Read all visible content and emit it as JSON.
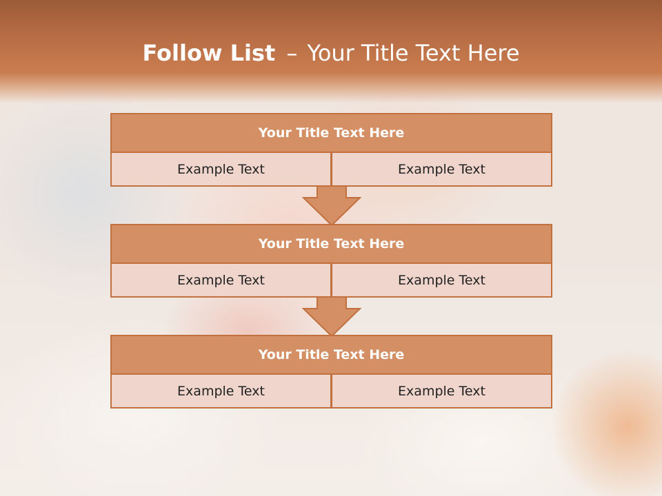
{
  "slide": {
    "title_bold": "Follow List",
    "title_dash": "–",
    "title_rest": "Your Title Text Here"
  },
  "steps": [
    {
      "title": "Your Title Text Here",
      "left": "Example Text",
      "right": "Example Text"
    },
    {
      "title": "Your Title Text Here",
      "left": "Example Text",
      "right": "Example Text"
    },
    {
      "title": "Your Title Text Here",
      "left": "Example Text",
      "right": "Example Text"
    }
  ],
  "colors": {
    "accent": "#c3703f",
    "header_fill": "#d48f64",
    "cell_fill": "#efd5cb",
    "title_bar": "#c97d4f"
  },
  "icons": {
    "arrow": "down-arrow-icon"
  }
}
